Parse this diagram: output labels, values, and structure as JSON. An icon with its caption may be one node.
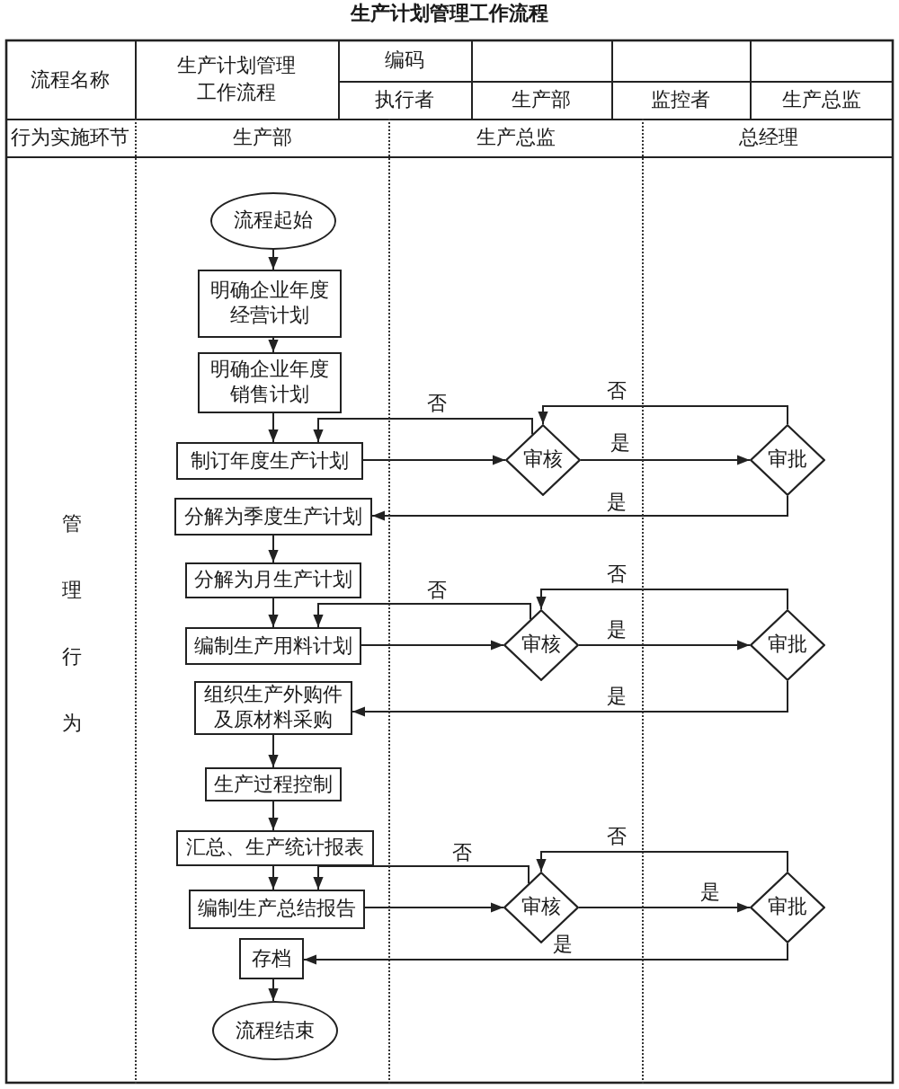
{
  "diagram": {
    "title": "生产计划管理工作流程",
    "nodes": [
      {
        "text": [
          "生产部"
        ]
      },
      {
        "text": [
          "生产总监"
        ]
      },
      {
        "text": [
          "总经理"
        ]
      },
      {
        "text": [
          "流程起始"
        ],
        "in": 0
      },
      {
        "text": [
          "明确企业年度经营计划"
        ],
        "in": 0
      },
      {
        "text": [
          "明确企业年度销售计划"
        ],
        "in": 0
      },
      {
        "text": [
          "制订年度生产计划"
        ],
        "in": 0
      },
      {
        "text": [
          "审核"
        ],
        "in": 1
      },
      {
        "text": [
          "审批"
        ],
        "in": 2
      },
      {
        "text": [
          "分解为季度生产计划"
        ],
        "in": 0
      },
      {
        "text": [
          "分解为月生产计划"
        ],
        "in": 0
      },
      {
        "text": [
          "编制生产用料计划"
        ],
        "in": 0
      },
      {
        "text": [
          "审核"
        ],
        "in": 1
      },
      {
        "text": [
          "审批"
        ],
        "in": 2
      },
      {
        "text": [
          "组织生产外购件及原材料采购"
        ],
        "in": 0
      },
      {
        "text": [
          "生产过程控制"
        ],
        "in": 0
      },
      {
        "text": [
          "汇总、生产统计报表"
        ],
        "in": 0
      },
      {
        "text": [
          "编制生产总结报告"
        ],
        "in": 0
      },
      {
        "text": [
          "审核"
        ],
        "in": 1
      },
      {
        "text": [
          "审批"
        ],
        "in": 2
      },
      {
        "text": [
          "存档"
        ],
        "in": 0
      },
      {
        "text": [
          "流程结束"
        ],
        "in": 0
      }
    ],
    "edges": [
      {
        "from": 3,
        "to": 4,
        "arrow": "to"
      },
      {
        "from": 4,
        "to": 5,
        "arrow": "to"
      },
      {
        "from": 5,
        "to": 6,
        "arrow": "to"
      },
      {
        "from": 6,
        "to": 7,
        "arrow": "to"
      },
      {
        "from": 7,
        "to": 8,
        "arrow": "to",
        "label": "是"
      },
      {
        "from": 7,
        "to": 6,
        "arrow": "to",
        "label": "否"
      },
      {
        "from": 8,
        "to": 7,
        "arrow": "to",
        "label": "否"
      },
      {
        "from": 8,
        "to": 9,
        "arrow": "to",
        "label": "是"
      },
      {
        "from": 9,
        "to": 10,
        "arrow": "to"
      },
      {
        "from": 10,
        "to": 11,
        "arrow": "to"
      },
      {
        "from": 11,
        "to": 12,
        "arrow": "to"
      },
      {
        "from": 12,
        "to": 13,
        "arrow": "to",
        "label": "是"
      },
      {
        "from": 12,
        "to": 11,
        "arrow": "to",
        "label": "否"
      },
      {
        "from": 13,
        "to": 12,
        "arrow": "to",
        "label": "否"
      },
      {
        "from": 13,
        "to": 14,
        "arrow": "to",
        "label": "是"
      },
      {
        "from": 14,
        "to": 15,
        "arrow": "to"
      },
      {
        "from": 15,
        "to": 16,
        "arrow": "to"
      },
      {
        "from": 16,
        "to": 17,
        "arrow": "to"
      },
      {
        "from": 17,
        "to": 18,
        "arrow": "to"
      },
      {
        "from": 18,
        "to": 19,
        "arrow": "to",
        "label": "是"
      },
      {
        "from": 18,
        "to": 17,
        "arrow": "to",
        "label": "否"
      },
      {
        "from": 19,
        "to": 18,
        "arrow": "to",
        "label": "否"
      },
      {
        "from": 19,
        "to": 20,
        "arrow": "to",
        "label": "是"
      },
      {
        "from": 20,
        "to": 21,
        "arrow": "to"
      }
    ],
    "labels": [
      "流程名称",
      "生产计划管理工作流程",
      "编码",
      "执行者",
      "生产部",
      "监控者",
      "生产总监",
      "行为实施环节",
      "管理行为"
    ]
  }
}
